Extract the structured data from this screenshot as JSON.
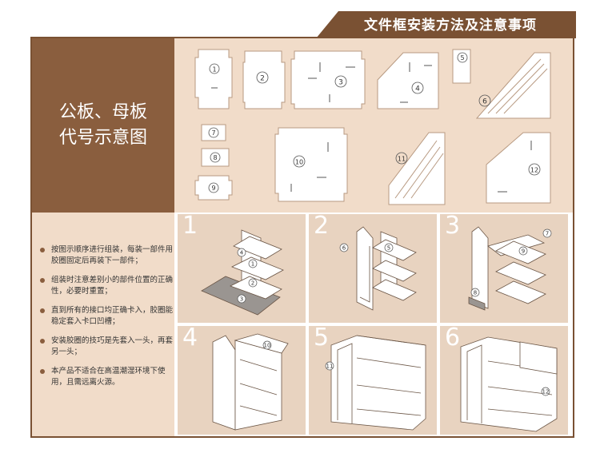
{
  "header": {
    "title": "文件框安装方法及注意事项"
  },
  "sidebar": {
    "title_line1": "公板、母板",
    "title_line2": "代号示意图"
  },
  "parts": [
    {
      "label": "1"
    },
    {
      "label": "2"
    },
    {
      "label": "3"
    },
    {
      "label": "4"
    },
    {
      "label": "5"
    },
    {
      "label": "6"
    },
    {
      "label": "7"
    },
    {
      "label": "8"
    },
    {
      "label": "9"
    },
    {
      "label": "10"
    },
    {
      "label": "11"
    },
    {
      "label": "12"
    }
  ],
  "notes": [
    "按图示顺序进行组装，每装一部件用胶圈固定后再装下一部件；",
    "组装时注意差别小的部件位置的正确性，必要时重置；",
    "直到所有的接口均正确卡入，胶圈能稳定套入卡口凹槽；",
    "安装胶圈的技巧是先套入一头，再套另一头；",
    "本产品不适合在高温潮湿环境下使用，且需远离火源。"
  ],
  "steps": [
    {
      "num": "1",
      "callouts": [
        "4",
        "1",
        "2",
        "3"
      ]
    },
    {
      "num": "2",
      "callouts": [
        "6",
        "5"
      ]
    },
    {
      "num": "3",
      "callouts": [
        "7",
        "9",
        "8"
      ]
    },
    {
      "num": "4",
      "callouts": [
        "10"
      ]
    },
    {
      "num": "5",
      "callouts": [
        "11"
      ]
    },
    {
      "num": "6",
      "callouts": [
        "12"
      ]
    }
  ],
  "colors": {
    "brown": "#8a5e3e",
    "beige": "#f1dcc9",
    "panel": "#e8d3c0",
    "header": "#7a5133"
  }
}
